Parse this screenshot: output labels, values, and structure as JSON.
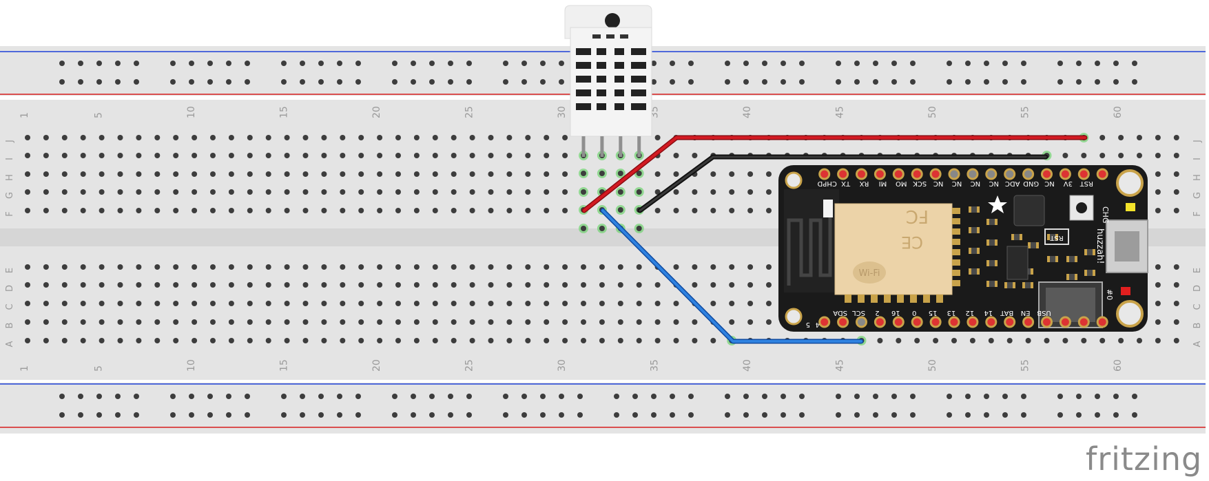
{
  "column_numbers": [
    "1",
    "5",
    "10",
    "15",
    "20",
    "25",
    "30",
    "35",
    "40",
    "45",
    "50",
    "55",
    "60"
  ],
  "row_letters_top": [
    "J",
    "I",
    "H",
    "G",
    "F"
  ],
  "row_letters_bottom": [
    "E",
    "D",
    "C",
    "B",
    "A"
  ],
  "board": {
    "top_labels": [
      "CHPD",
      "TX",
      "RX",
      "MI",
      "MO",
      "SCK",
      "NC",
      "NC",
      "NC",
      "NC",
      "ADC",
      "GND",
      "NC",
      "3V",
      "RST"
    ],
    "bottom_labels": [
      "SDA",
      "SCL",
      "2",
      "16",
      "0",
      "15",
      "13",
      "12",
      "14",
      "BAT",
      "EN",
      "USB"
    ],
    "side_labels": [
      "RST",
      "CHG",
      "huzzah!",
      "#0"
    ],
    "corner_labels": [
      "4",
      "5"
    ],
    "module_logos": [
      "FC",
      "CE",
      "Wi-Fi"
    ]
  },
  "wires": [
    {
      "color": "#c8131b",
      "from": "F31",
      "to": "J58"
    },
    {
      "color": "#222222",
      "from": "F34",
      "to": "I56"
    },
    {
      "color": "#1f6fd1",
      "from": "F32",
      "to": "A46"
    }
  ],
  "brand": {
    "logo_text": "fritzing"
  },
  "colors": {
    "breadboard": "#e4e4e4",
    "rail_blue": "#1d3fd6",
    "rail_red": "#d61d1d",
    "pcb": "#1a1a1a",
    "header_gold": "#c9a34a"
  }
}
